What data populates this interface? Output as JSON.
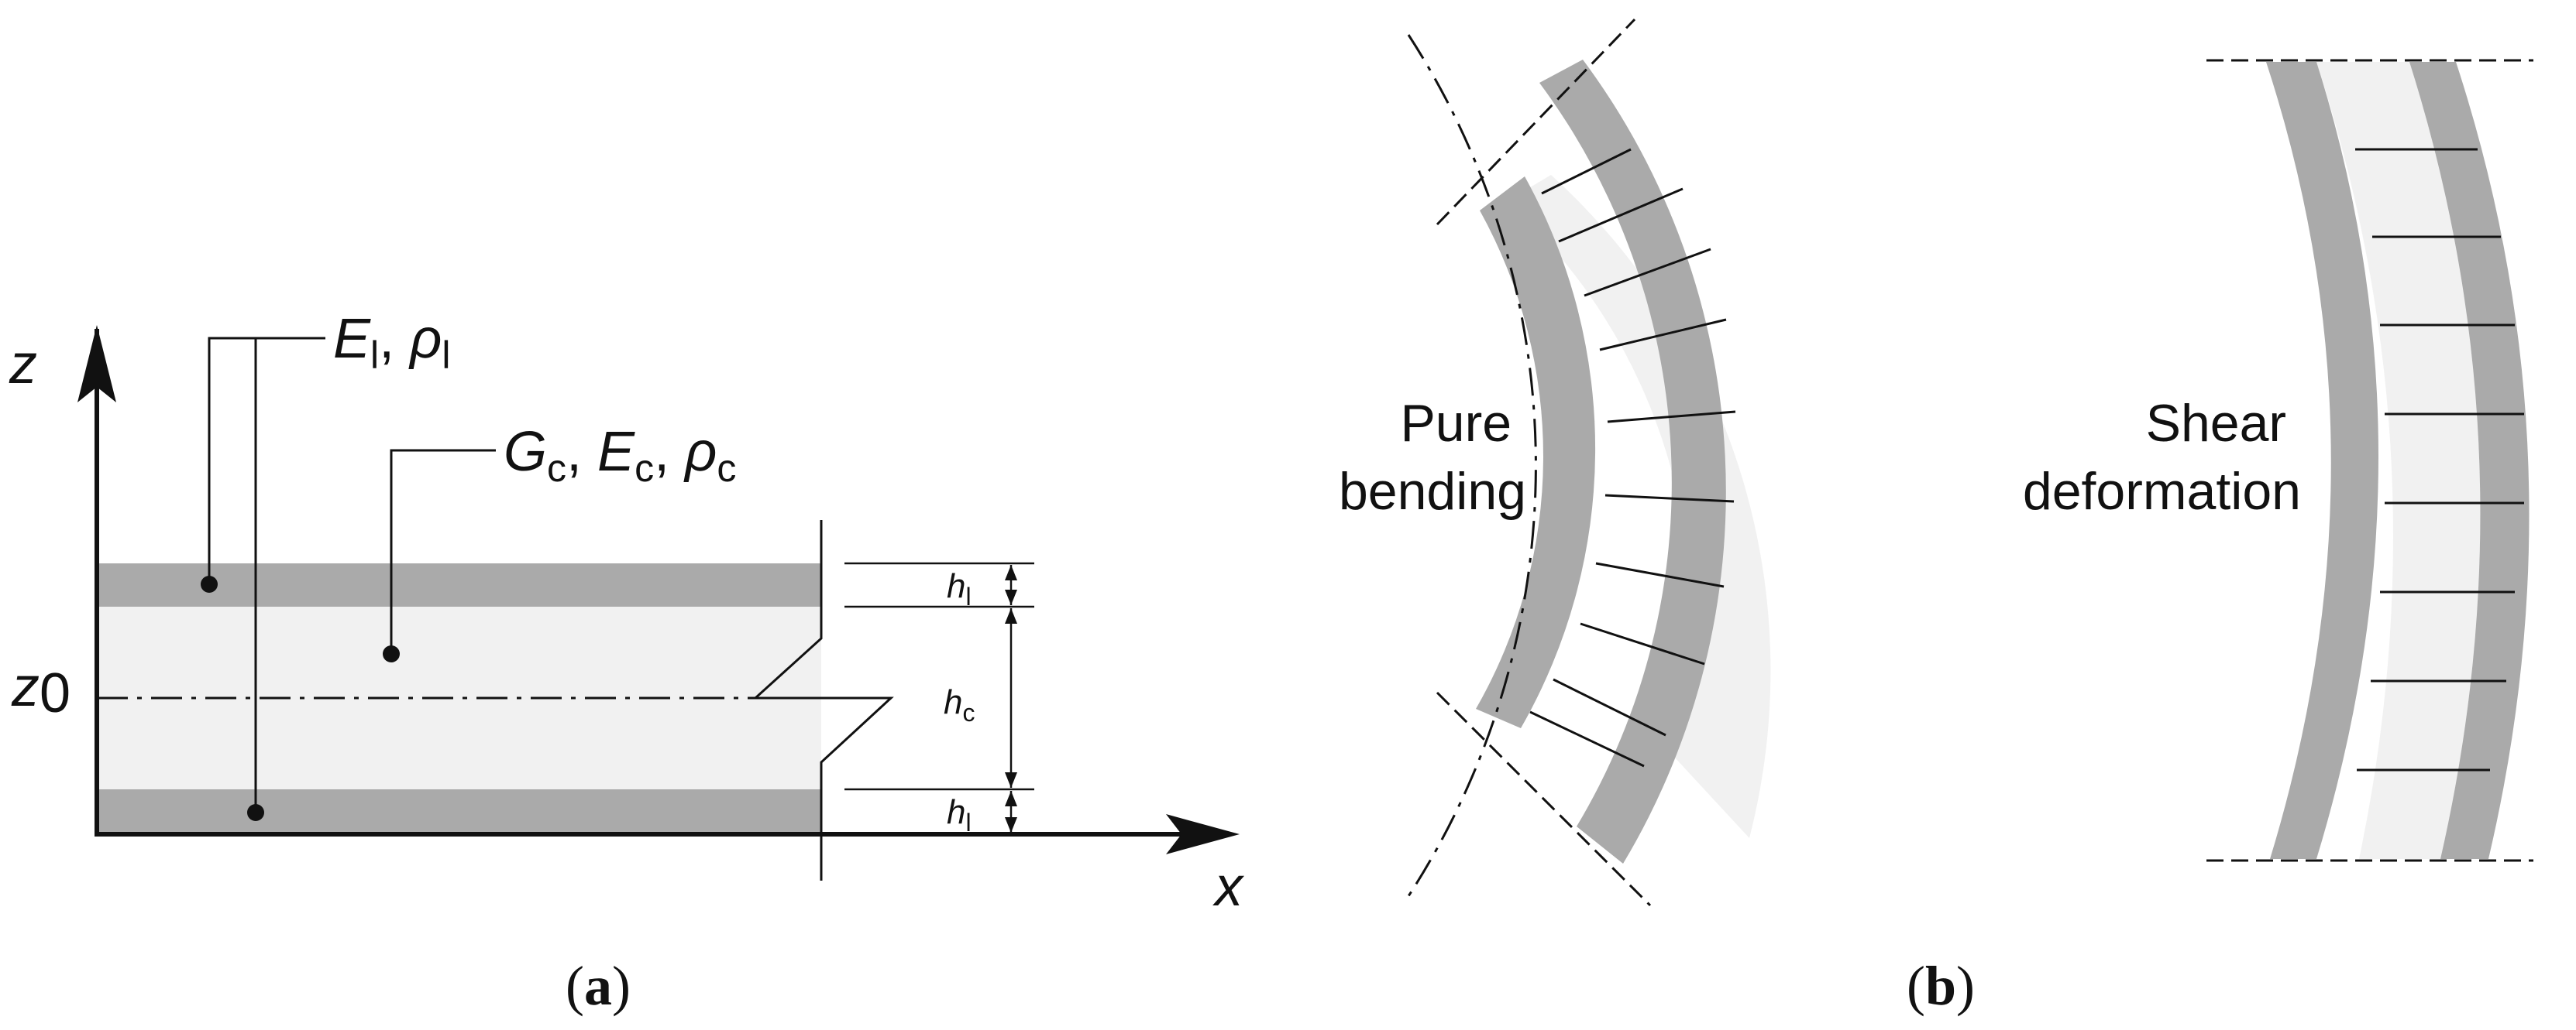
{
  "panel_a": {
    "caption": "a",
    "axes": {
      "vertical": "z",
      "horizontal": "x",
      "reference_level": "z",
      "reference_level_sub": "0"
    },
    "layer_label": {
      "E": "E",
      "E_sub": "l",
      "sep": ",",
      "rho": "ρ",
      "rho_sub": "l"
    },
    "core_label": {
      "G": "G",
      "G_sub": "c",
      "sep1": ",",
      "E": "E",
      "E_sub": "c",
      "sep2": ",",
      "rho": "ρ",
      "rho_sub": "c"
    },
    "dimensions": {
      "top": {
        "sym": "h",
        "sub": "l"
      },
      "core": {
        "sym": "h",
        "sub": "c"
      },
      "bottom": {
        "sym": "h",
        "sub": "l"
      }
    }
  },
  "panel_b": {
    "caption": "b",
    "left_label": [
      "Pure",
      "bending"
    ],
    "right_label": [
      "Shear",
      "deformation"
    ]
  },
  "colors": {
    "layer": "#aaaaaa",
    "core": "#f1f1f1",
    "ink": "#111111"
  }
}
